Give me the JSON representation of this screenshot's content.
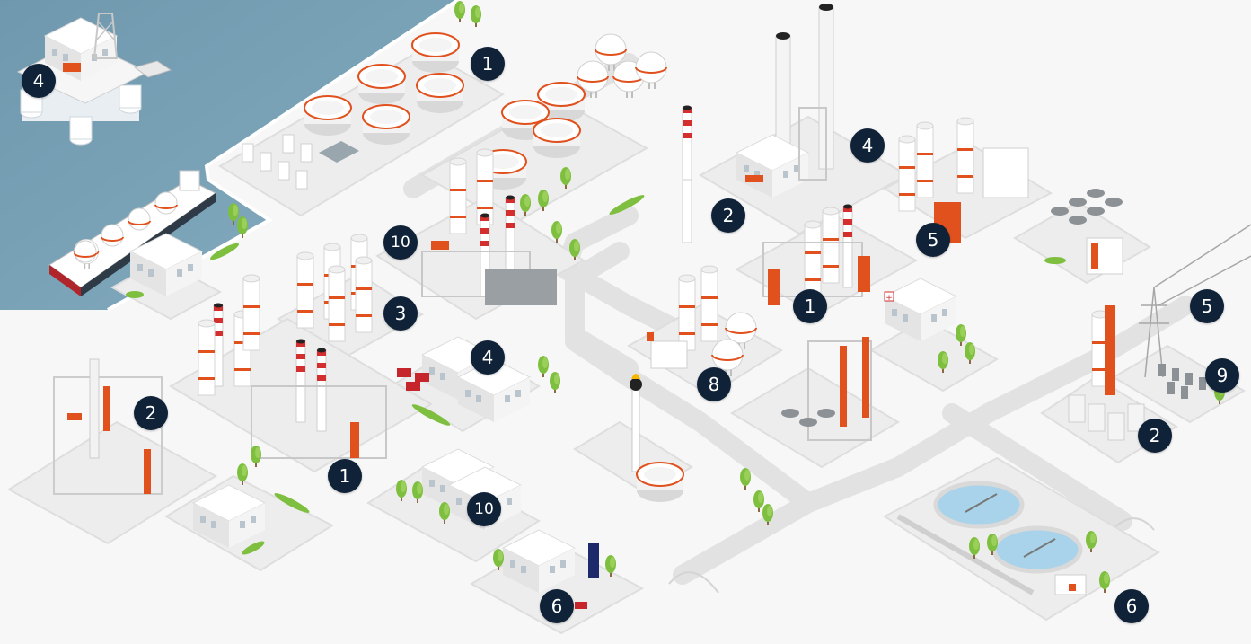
{
  "colors": {
    "sea": "#7aa3b8",
    "ground": "#f7f7f7",
    "pad": "#ececec",
    "road": "#e3e3e3",
    "building": "#ffffff",
    "building_shade": "#d8d8d8",
    "accent": "#e0511d",
    "stripe_red": "#d32f2f",
    "tree": "#7fbf3f",
    "marker": "#0f2238",
    "marker_text": "#ffffff",
    "water_basin": "#a8d3ea"
  },
  "markers": [
    {
      "id": "m-offshore-4",
      "label": "4"
    },
    {
      "id": "m-tankfarm-1",
      "label": "1"
    },
    {
      "id": "m-north-4",
      "label": "4"
    },
    {
      "id": "m-north-2",
      "label": "2"
    },
    {
      "id": "m-north-5",
      "label": "5"
    },
    {
      "id": "m-mid-10",
      "label": "10"
    },
    {
      "id": "m-mid-3",
      "label": "3"
    },
    {
      "id": "m-mid-4",
      "label": "4"
    },
    {
      "id": "m-center-1",
      "label": "1"
    },
    {
      "id": "m-center-8",
      "label": "8"
    },
    {
      "id": "m-power-5",
      "label": "5"
    },
    {
      "id": "m-substation-9",
      "label": "9"
    },
    {
      "id": "m-east-2",
      "label": "2"
    },
    {
      "id": "m-west-2",
      "label": "2"
    },
    {
      "id": "m-south-1",
      "label": "1"
    },
    {
      "id": "m-south-10",
      "label": "10"
    },
    {
      "id": "m-south-6",
      "label": "6"
    },
    {
      "id": "m-water-6",
      "label": "6"
    }
  ]
}
